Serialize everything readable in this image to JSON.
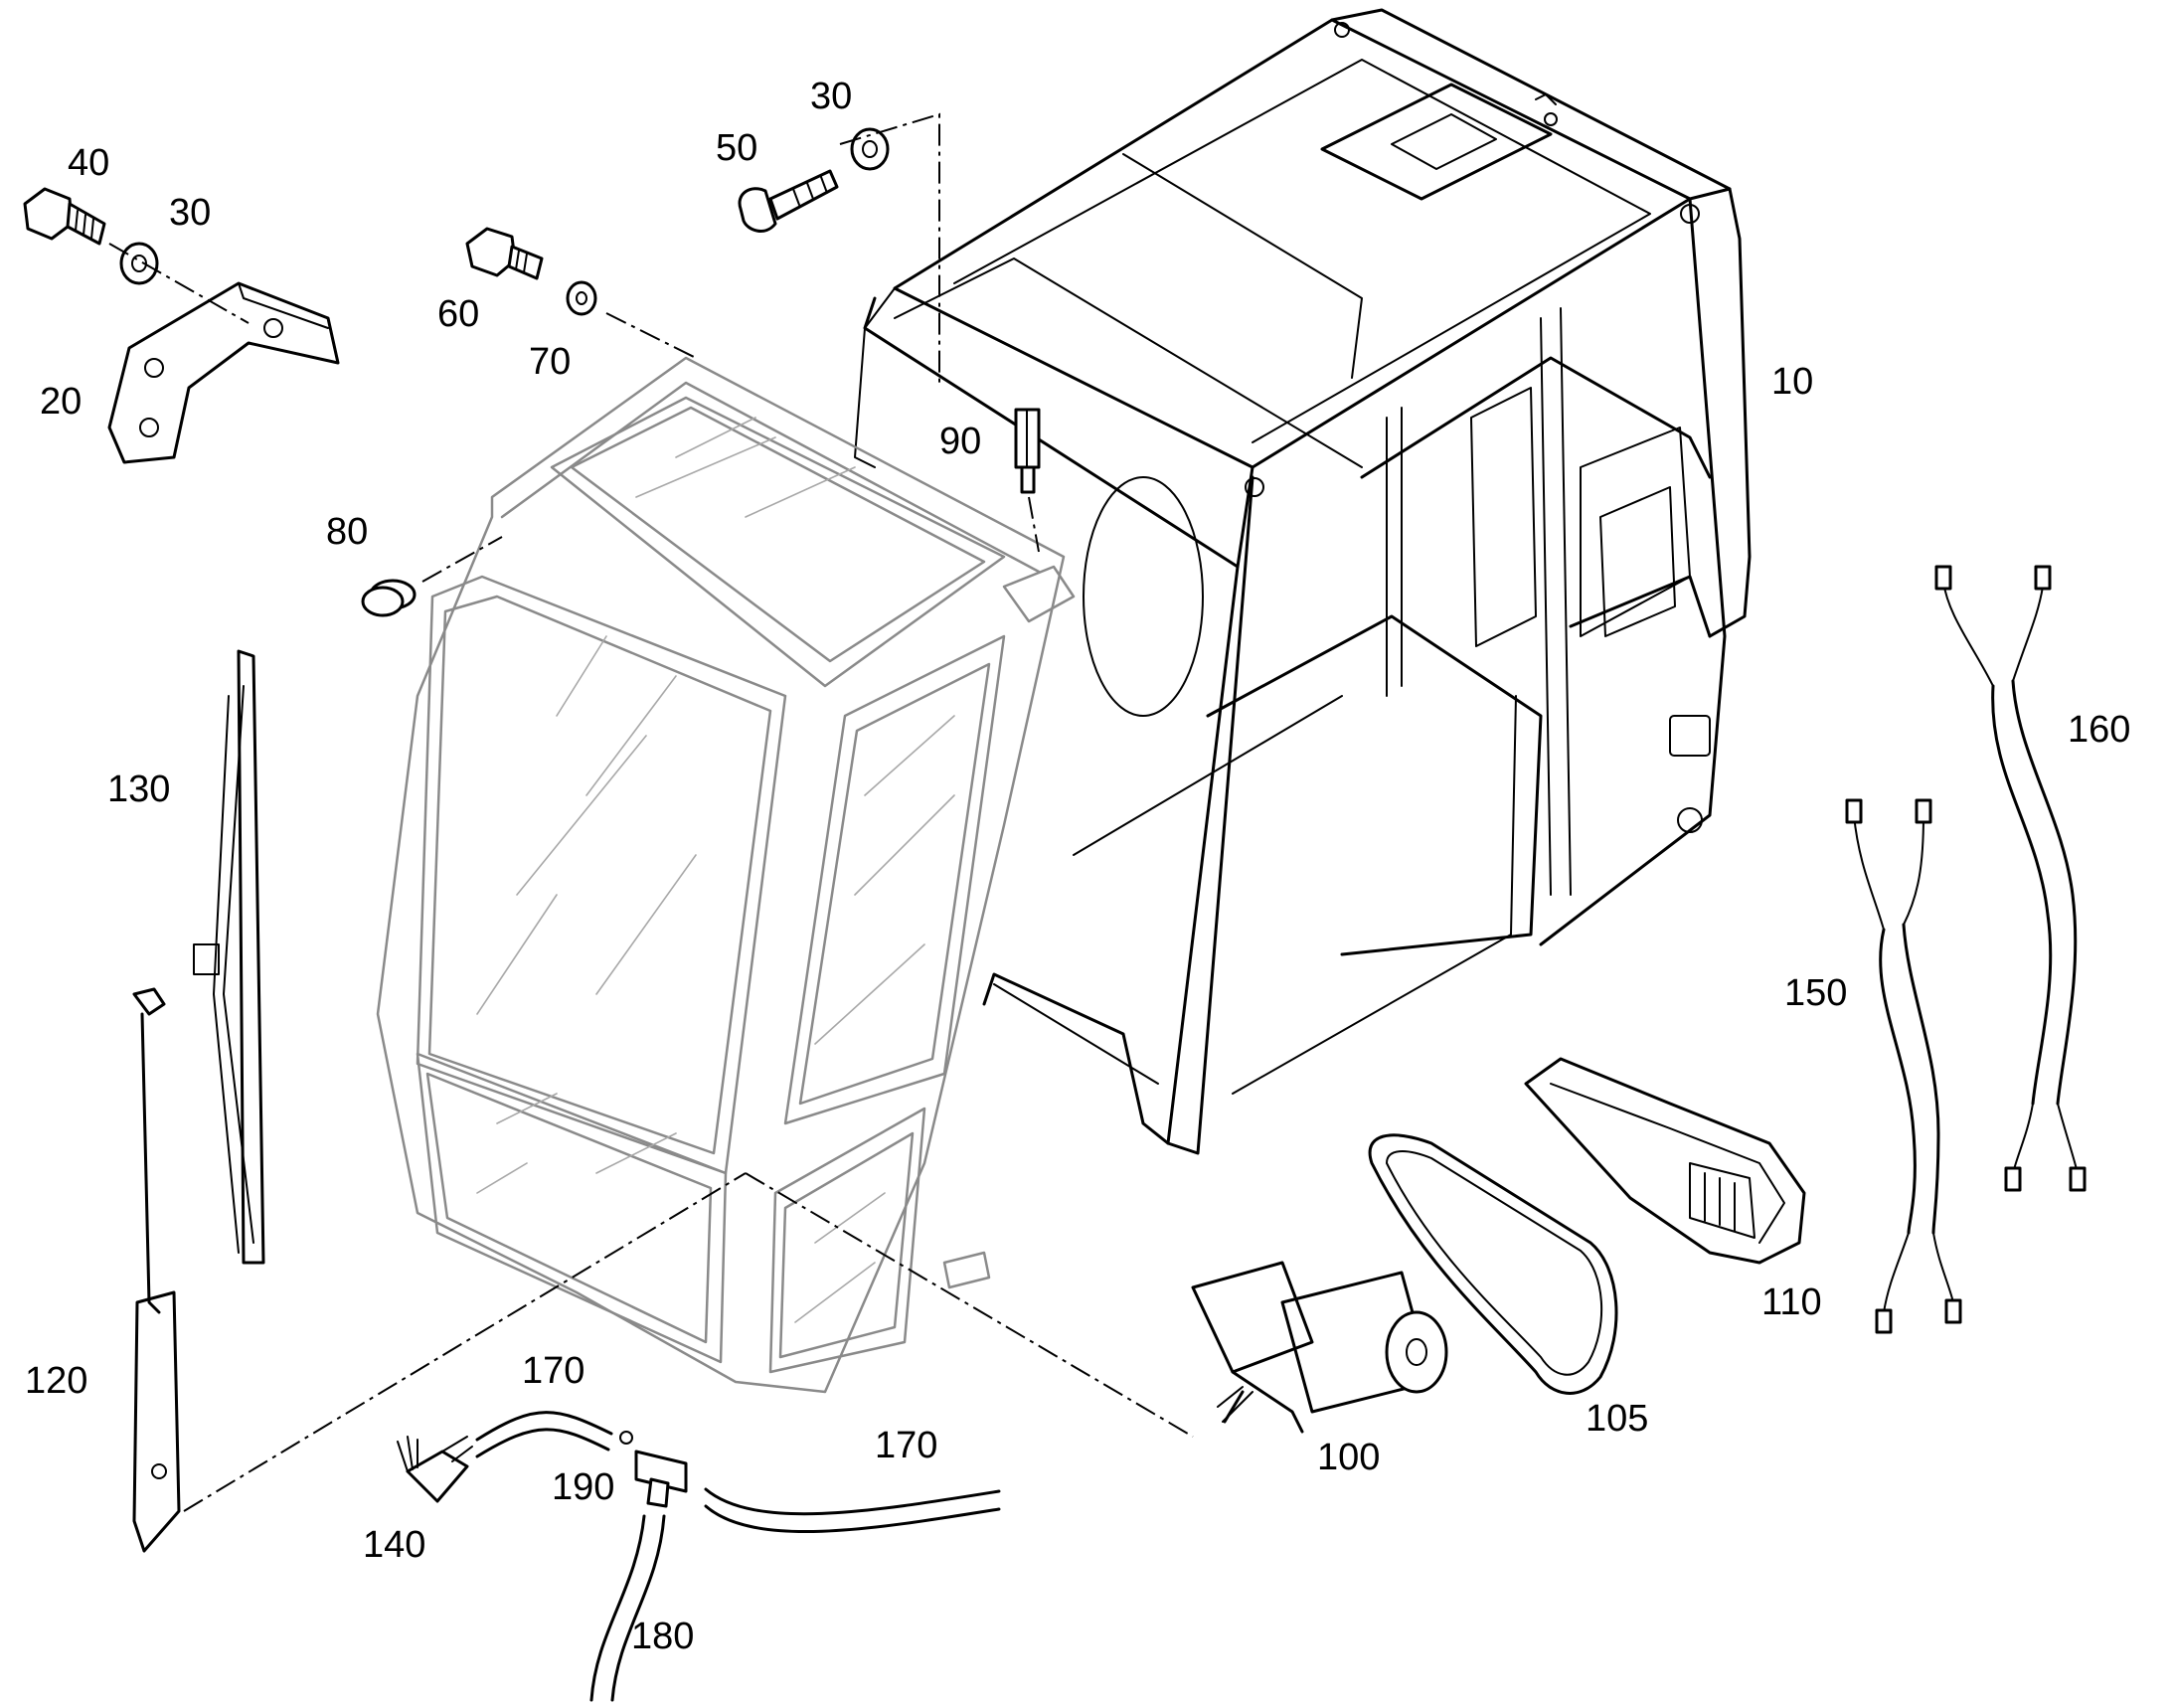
{
  "callouts": {
    "c10": "10",
    "c20": "20",
    "c30a": "30",
    "c30b": "30",
    "c40": "40",
    "c50": "50",
    "c60": "60",
    "c70": "70",
    "c80": "80",
    "c90": "90",
    "c100": "100",
    "c105": "105",
    "c110": "110",
    "c120": "120",
    "c130": "130",
    "c140": "140",
    "c150": "150",
    "c160": "160",
    "c170a": "170",
    "c170b": "170",
    "c180": "180",
    "c190": "190"
  }
}
